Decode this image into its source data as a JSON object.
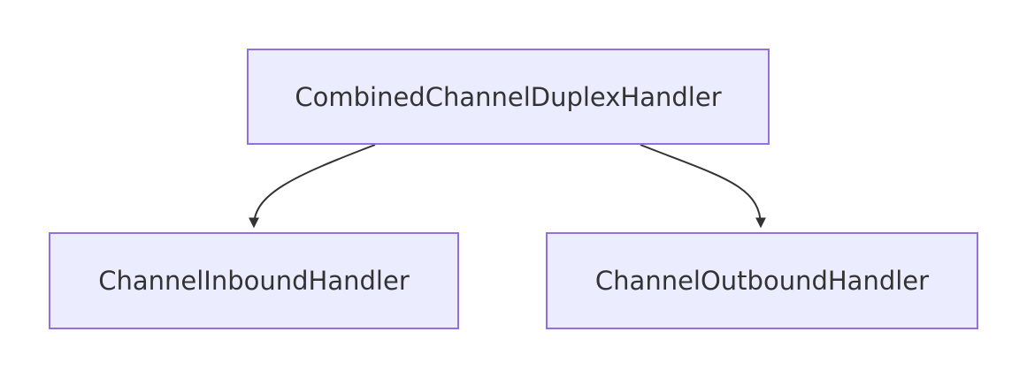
{
  "diagram": {
    "nodes": {
      "root": {
        "label": "CombinedChannelDuplexHandler"
      },
      "left": {
        "label": "ChannelInboundHandler"
      },
      "right": {
        "label": "ChannelOutboundHandler"
      }
    },
    "edges": [
      {
        "from": "root",
        "to": "left"
      },
      {
        "from": "root",
        "to": "right"
      }
    ],
    "colors": {
      "node_fill": "#ececff",
      "node_border": "#9370db",
      "text": "#333333",
      "edge": "#333333"
    }
  }
}
